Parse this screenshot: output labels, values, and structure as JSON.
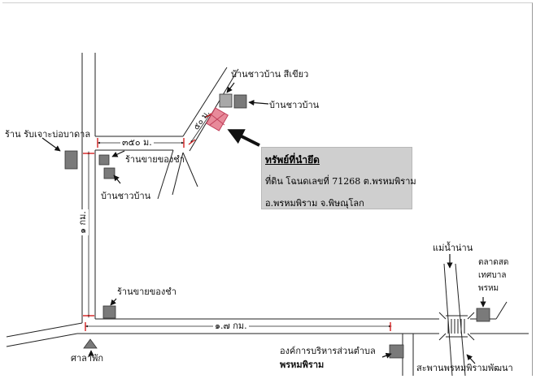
{
  "labels": {
    "villager_house_green": "บ้านชาวบ้าน สีเขียว",
    "villager_house_ne": "บ้านชาวบ้าน",
    "well_drilling_shop": "ร้าน รับเจาะบ่อบาดาล",
    "grocery_shop_top": "ร้านขายของชำ",
    "villager_house_left": "บ้านชาวบ้าน",
    "grocery_shop_bottom": "ร้านขายของชำ",
    "pavilion": "ศาลาพัก",
    "sao_org_line1": "องค์การบริหารส่วนตำบล",
    "sao_org_line2": "พรหมพิราม",
    "bridge": "สะพานพรหมพิรามพัฒนา",
    "river": "แม่น้ำน่าน",
    "market_line1": "ตลาดสด",
    "market_line2": "เทศบาล",
    "market_line3": "พรหม"
  },
  "distances": {
    "top_road": "๓๕๐ ม.",
    "vertical_road": "๑ กม.",
    "bottom_road": "๑.๗ กม.",
    "diagonal_short": "๕๐ ม."
  },
  "property_box": {
    "title": "ทรัพย์ที่นำยึด",
    "line1": "ที่ดิน โฉนดเลขที่ 71268 ต.พรหมพิราม",
    "line2": "อ.พรหมพิราม จ.พิษณุโลก"
  },
  "colors": {
    "building": "#7a7a7a",
    "building_light": "#a8a8a8",
    "property": "#e88a9a",
    "road_line": "#222222",
    "marker": "#d42020",
    "infobox": "#cfcfcf"
  }
}
